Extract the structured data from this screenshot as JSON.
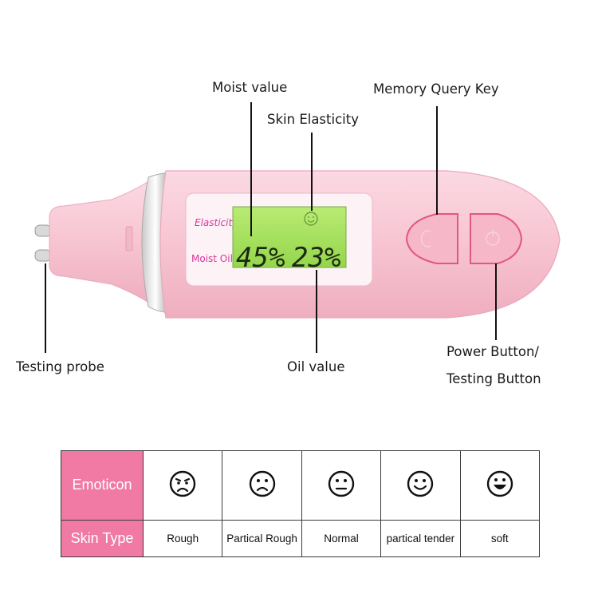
{
  "callouts": {
    "moist_value": "Moist value",
    "memory_query_key": "Memory Query Key",
    "skin_elasticity": "Skin Elasticity",
    "testing_probe": "Testing probe",
    "oil_value": "Oil value",
    "power_button_line1": "Power Button/",
    "power_button_line2": "Testing Button"
  },
  "device": {
    "label_elasticity": "Elasticity",
    "label_moist_oil": "Moist Oil",
    "moist_reading": "45%",
    "oil_reading": "23%",
    "body_color": "#f7c6d3",
    "lcd_color": "#a6e05e",
    "label_color": "#d6369a"
  },
  "table": {
    "row1_header": "Emoticon",
    "row2_header": "Skin Type",
    "header_color": "#f07aa3",
    "columns": [
      {
        "emoticon": "very-sad-face-icon",
        "skin_type": "Rough"
      },
      {
        "emoticon": "sad-face-icon",
        "skin_type": "Partical Rough"
      },
      {
        "emoticon": "neutral-face-icon",
        "skin_type": "Normal"
      },
      {
        "emoticon": "smile-face-icon",
        "skin_type": "partical tender"
      },
      {
        "emoticon": "big-smile-face-icon",
        "skin_type": "soft"
      }
    ]
  }
}
